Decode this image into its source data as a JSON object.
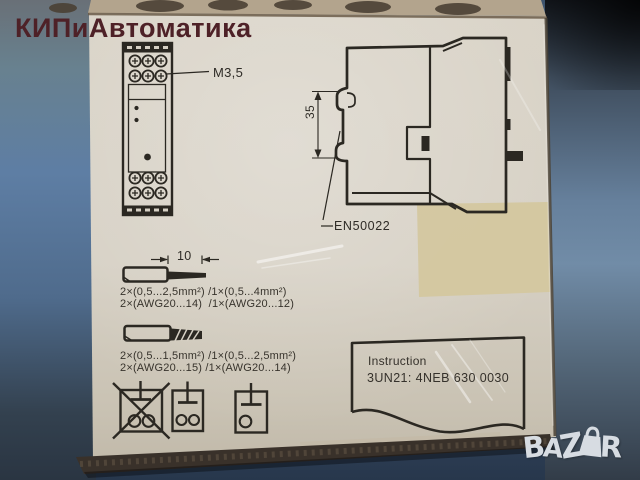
{
  "watermark": {
    "text": "КИПиАвтоматика",
    "color": "#4e2127"
  },
  "box_print": {
    "front_view": {
      "terminal_thread_label": "M3,5"
    },
    "side_view": {
      "rail_height_mm": "35",
      "rail_standard_label": "EN50022"
    },
    "wiring": {
      "strip_length_mm": "10",
      "solid_wire": {
        "metric": "2×(0,5...2,5mm²) /1×(0,5...4mm²)",
        "awg": "2×(AWG20...14)  /1×(AWG20...12)"
      },
      "stranded_wire": {
        "metric": "2×(0,5...1,5mm²) /1×(0,5...2,5mm²)",
        "awg": "2×(AWG20...15) /1×(AWG20...14)"
      },
      "terminal_icons": [
        {
          "name": "two-wires-side-by-side-crossed-out-icon",
          "meaning": "not allowed"
        },
        {
          "name": "two-wires-under-clamp-icon",
          "meaning": "allowed"
        },
        {
          "name": "one-wire-under-clamp-icon",
          "meaning": "allowed"
        }
      ]
    },
    "instruction_note": {
      "title": "Instruction",
      "code": "3UN21: 4NEB 630 0030"
    }
  },
  "photo_host_logo": {
    "text": "BAZAR",
    "letters": [
      "B",
      "A",
      "Z",
      "A",
      "R"
    ]
  },
  "colors": {
    "box_face": "#d6d0c4",
    "background_blue": "#5b7ca0",
    "print_ink": "#2b2822",
    "tape_patch": "#d4c79f",
    "logo": "#d7dce2",
    "watermark": "#4e2127"
  }
}
